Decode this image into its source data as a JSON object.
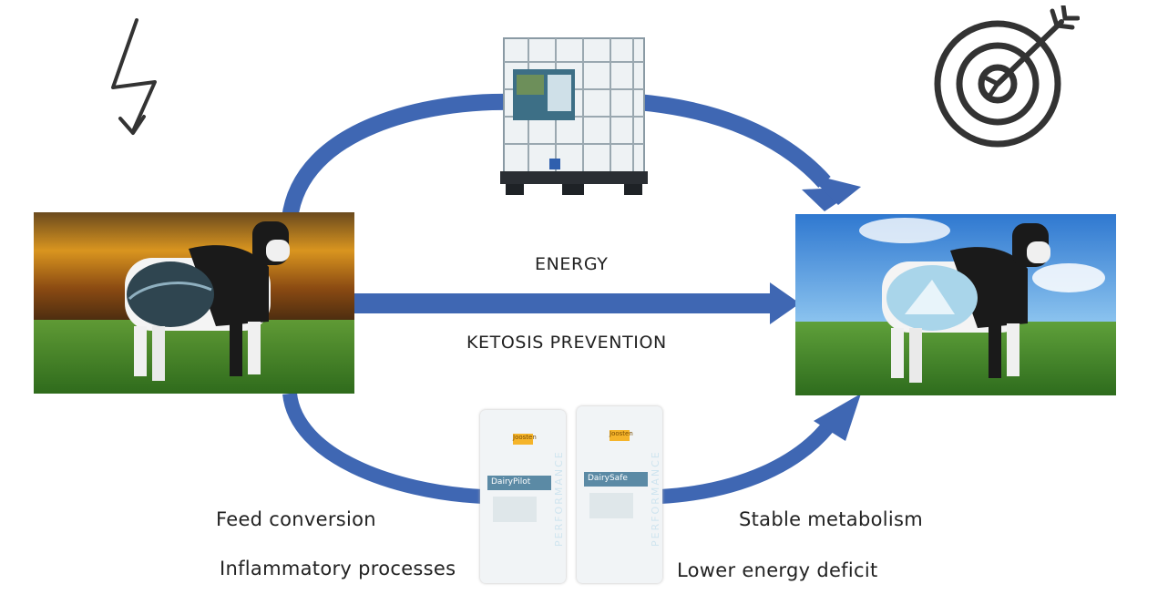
{
  "diagram": {
    "center_labels": {
      "energy": "ENERGY",
      "ketosis": "KETOSIS PREVENTION"
    },
    "left_benefits": [
      "Feed conversion",
      "Inflammatory processes"
    ],
    "right_benefits": [
      "Stable metabolism",
      "Lower energy deficit"
    ],
    "products": [
      {
        "brand": "Joosten",
        "name": "DairyPilot",
        "side": "PERFORMANCE"
      },
      {
        "brand": "Joosten",
        "name": "DairySafe",
        "side": "PERFORMANCE"
      }
    ],
    "icons": {
      "problem": "lightning-icon",
      "goal": "target-icon",
      "container": "ibc-tank",
      "before": "cow-stormy-sky",
      "after": "cow-clear-sky"
    },
    "colors": {
      "arrow": "#3f67b3",
      "text": "#222222",
      "grass": "#3f8a2a",
      "sky_after": "#3b8fdc",
      "sky_before": "#8a4a12"
    }
  }
}
